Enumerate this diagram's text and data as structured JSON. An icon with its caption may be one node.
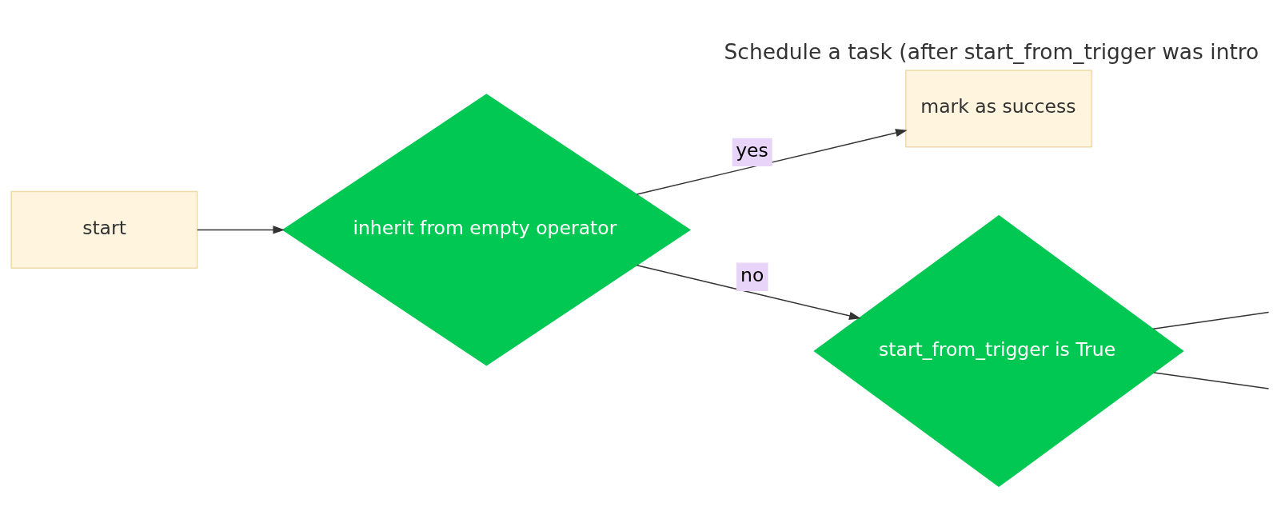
{
  "diagram": {
    "title": "Schedule a task (after start_from_trigger was intro",
    "nodes": [
      {
        "text": [
          "start"
        ]
      },
      {
        "text": [
          "inherit from empty operator"
        ]
      },
      {
        "text": [
          "mark as success"
        ]
      },
      {
        "text": [
          "start_from_trigger is True"
        ]
      }
    ],
    "edges": [
      {
        "from": 0,
        "to": 1,
        "arrow": "to"
      },
      {
        "from": 1,
        "to": 2,
        "arrow": "to",
        "label": "yes"
      },
      {
        "from": 1,
        "to": 3,
        "arrow": "to",
        "label": "no"
      },
      {
        "from": 3,
        "to": null,
        "arrow": "none"
      },
      {
        "from": 3,
        "to": null,
        "arrow": "none"
      }
    ]
  }
}
